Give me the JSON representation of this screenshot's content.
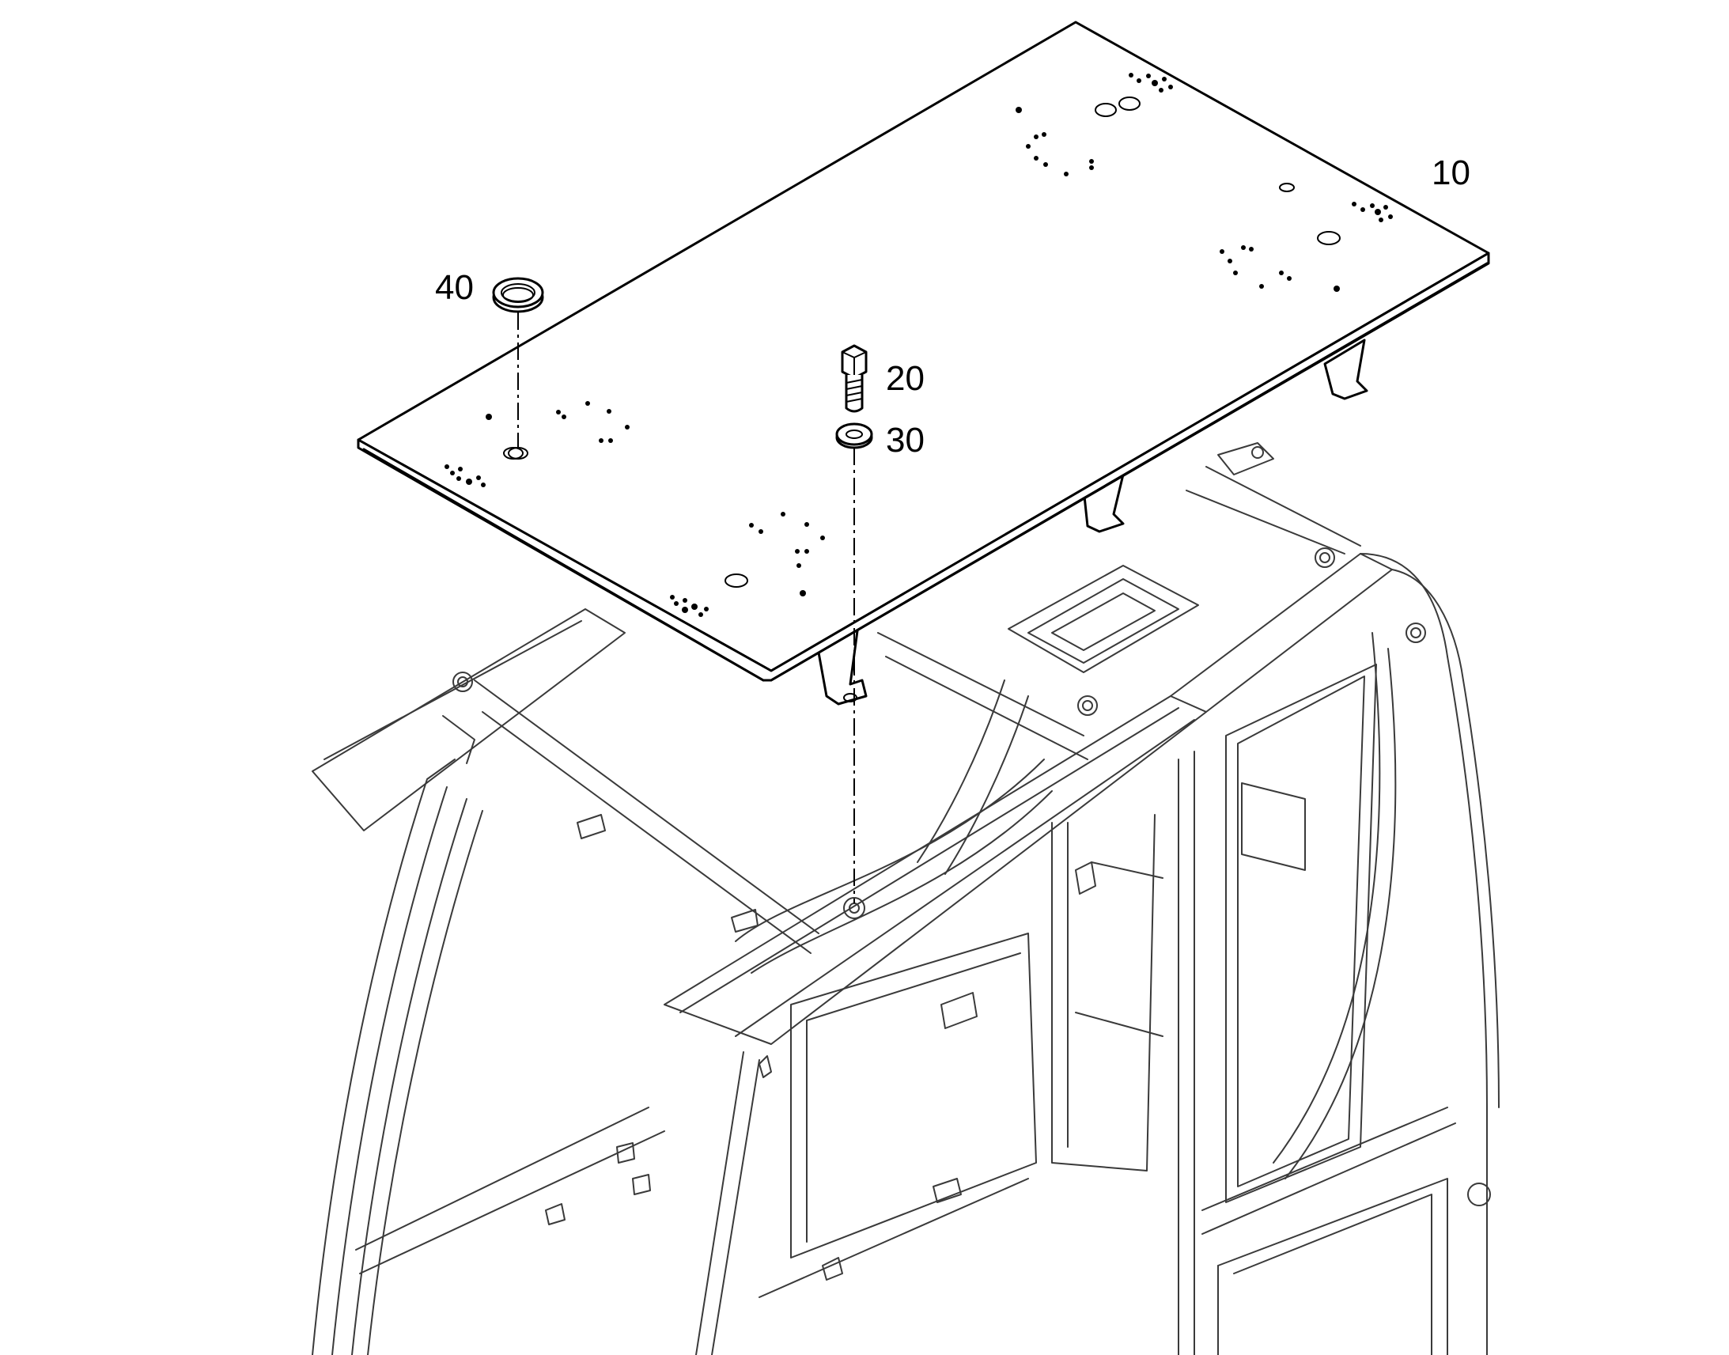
{
  "callouts": {
    "roof_panel": "10",
    "bolt": "20",
    "washer": "30",
    "grommet": "40"
  },
  "colors": {
    "line": "#000000",
    "background": "#ffffff"
  }
}
